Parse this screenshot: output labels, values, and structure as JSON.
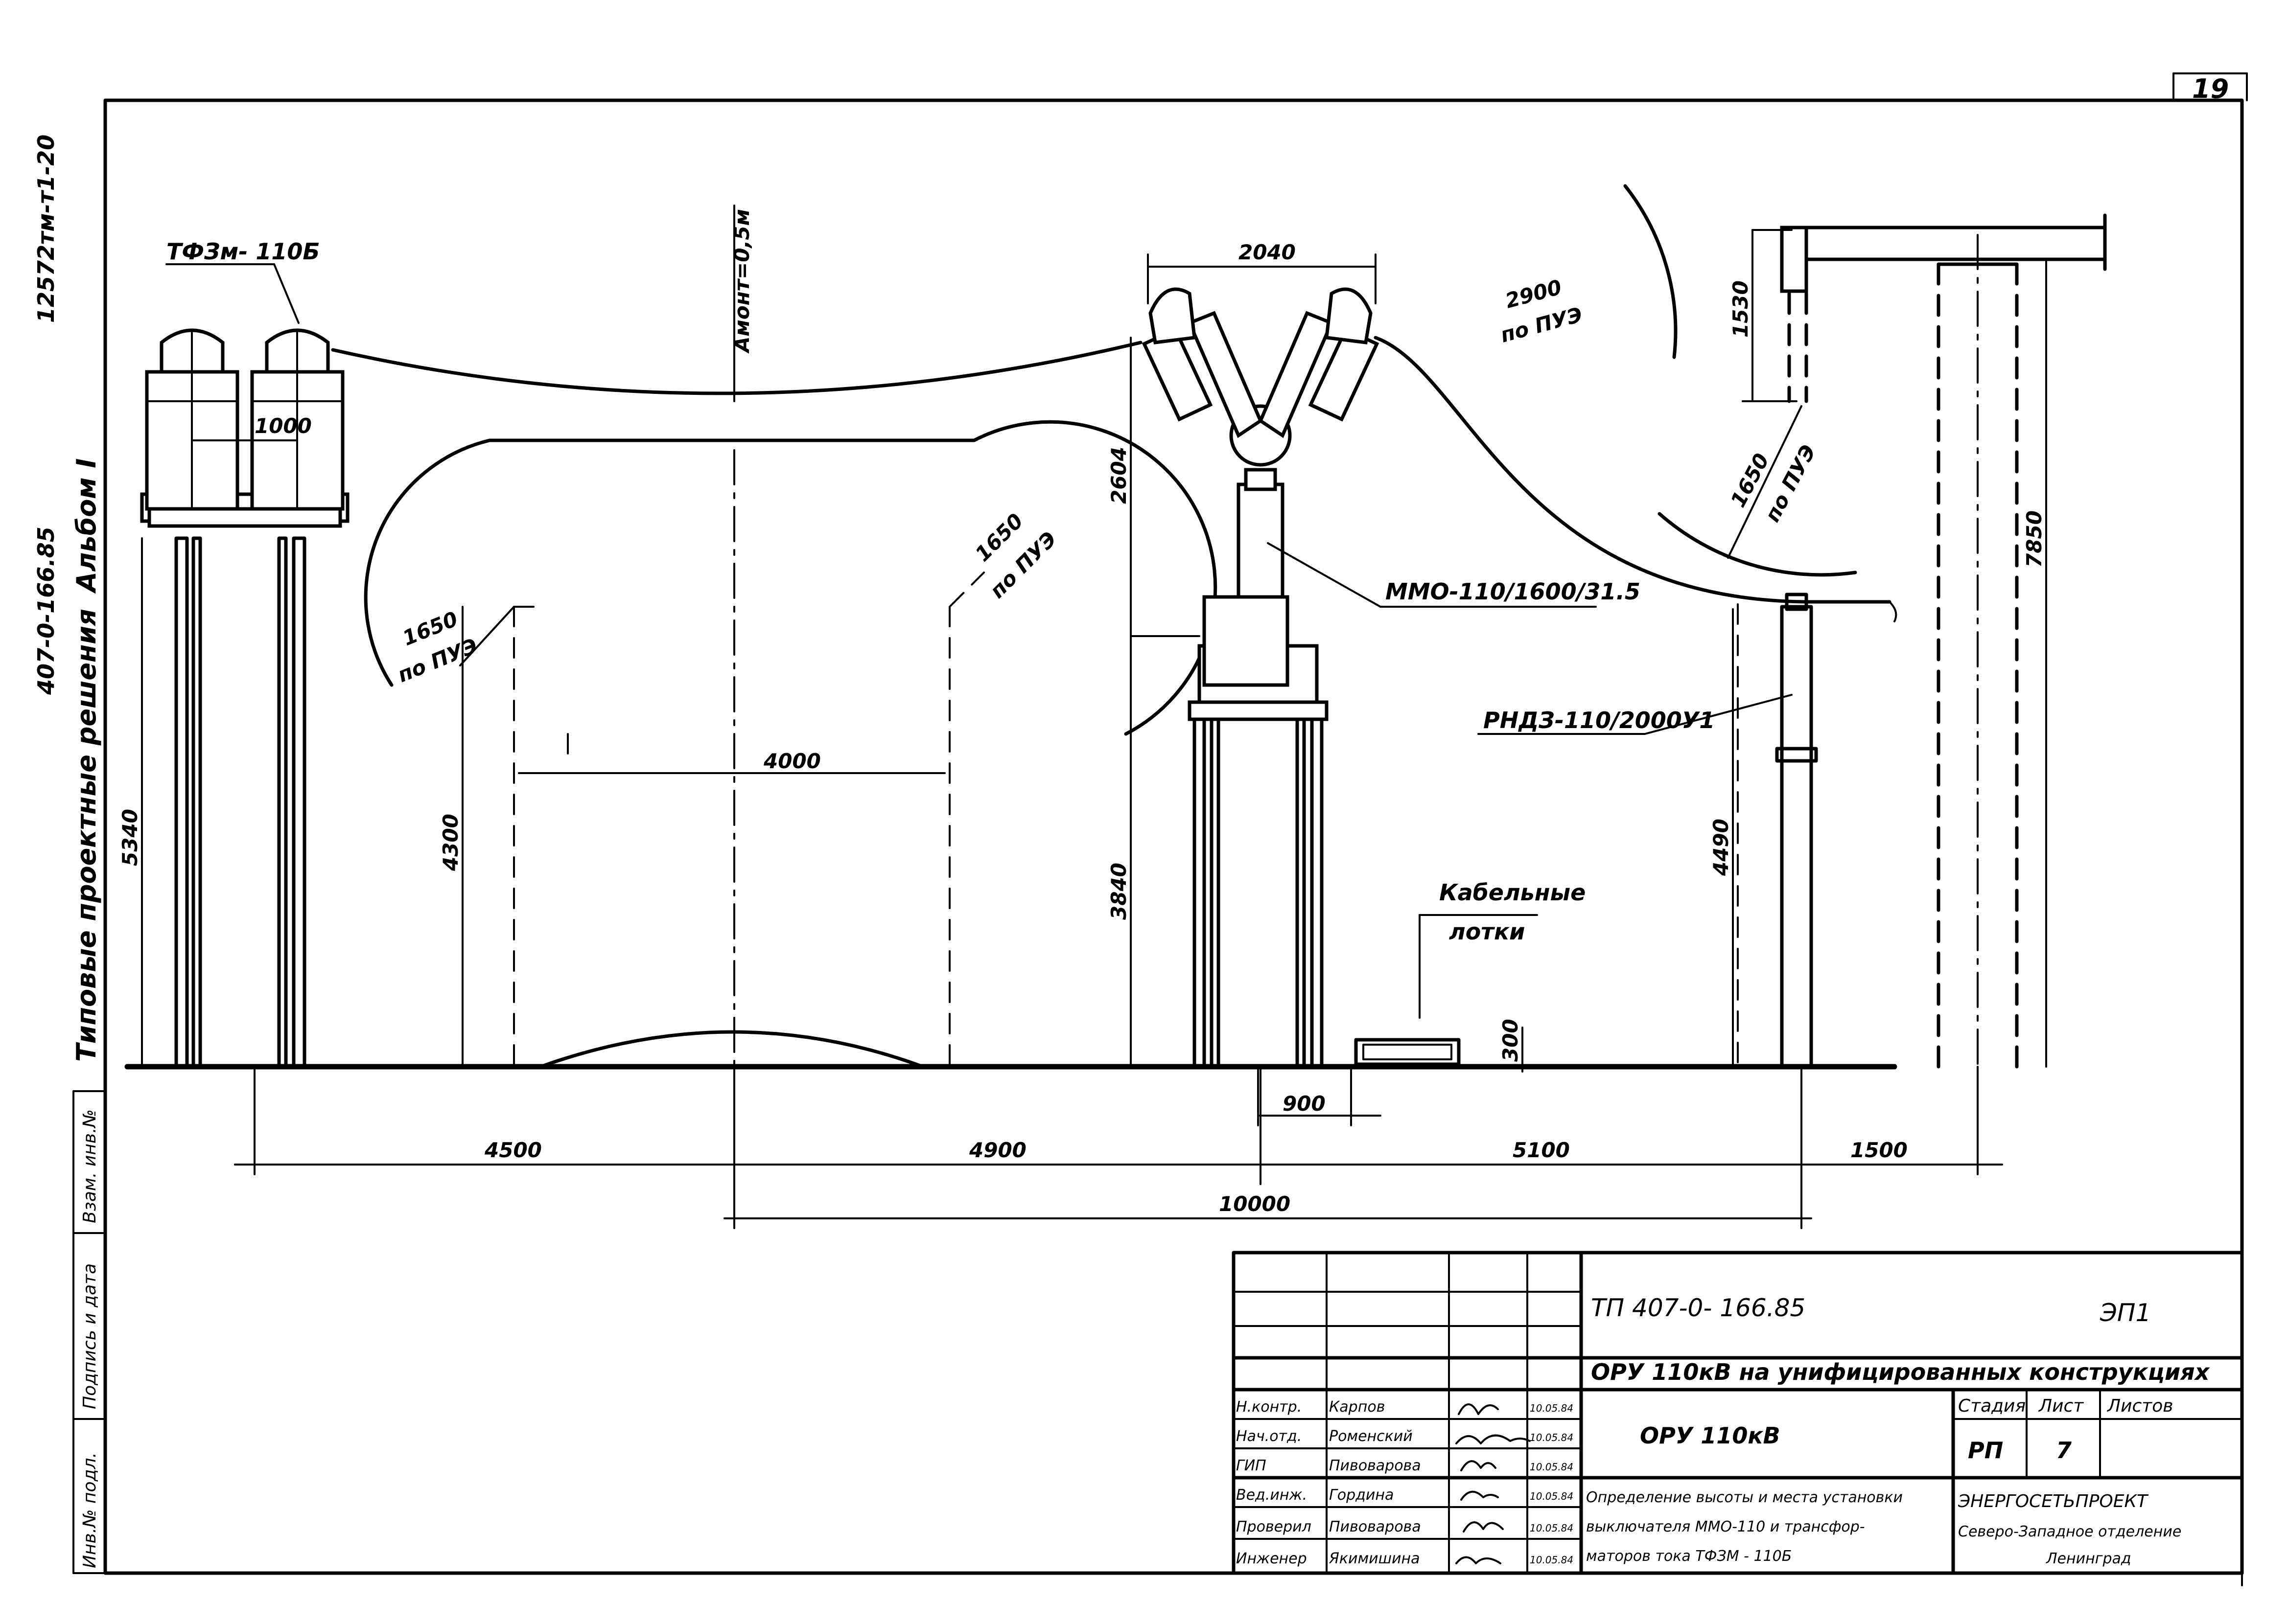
{
  "sheet": {
    "page_number": "19",
    "side_code": "12572тм-т1-20",
    "side_series": "407-0-166.85",
    "side_album": "Альбом I",
    "side_title": "Типовые проектные решения"
  },
  "side_stamp": {
    "col1": "Инв.№ подл.",
    "col2": "Подпись и дата",
    "col3": "Взам. инв.№"
  },
  "labels": {
    "ct": "ТФЗм- 110Б",
    "breaker": "ММО-110/1600/31.5",
    "disconnector": "РНДЗ-110/2000У1",
    "cable_trays_1": "Кабельные",
    "cable_trays_2": "лотки",
    "sag": "Амонт=0,5м"
  },
  "dimensions": {
    "d1000": "1000",
    "d5340": "5340",
    "d4300": "4300",
    "d4000": "4000",
    "d1650a": "1650",
    "pue_a": "по ПУЭ",
    "d1650b": "1650",
    "pue_b": "по ПУЭ",
    "d2040": "2040",
    "d2604": "2604",
    "d3840": "3840",
    "d2900": "2900",
    "pue_c": "по ПУЭ",
    "d1530": "1530",
    "d1650c": "1650",
    "pue_d": "по ПУЭ",
    "d7850": "7850",
    "d4490": "4490",
    "d300": "300",
    "d900": "900",
    "d4500": "4500",
    "d4900": "4900",
    "d5100": "5100",
    "d1500": "1500",
    "d10000": "10000"
  },
  "title_block": {
    "doc_code": "ТП 407-0- 166.85",
    "sheet_code": "ЭП1",
    "project_title": "ОРУ 110кВ на унифицированных конструкциях",
    "object": "ОРУ 110кВ",
    "stage_header": "Стадия",
    "sheet_header": "Лист",
    "sheets_header": "Листов",
    "stage": "РП",
    "sheet_no": "7",
    "description_1": "Определение высоты и места установки",
    "description_2": "выключателя ММО-110 и трансфор-",
    "description_3": "маторов тока ТФЗМ - 110Б",
    "org_1": "ЭНЕРГОСЕТЬПРОЕКТ",
    "org_2": "Северо-Западное отделение",
    "org_3": "Ленинград",
    "roles": [
      {
        "role": "Н.контр.",
        "name": "Карпов",
        "date": "10.05.84"
      },
      {
        "role": "Нач.отд.",
        "name": "Роменский",
        "date": "10.05.84"
      },
      {
        "role": "ГИП",
        "name": "Пивоварова",
        "date": "10.05.84"
      },
      {
        "role": "Вед.инж.",
        "name": "Гордина",
        "date": "10.05.84"
      },
      {
        "role": "Проверил",
        "name": "Пивоварова",
        "date": "10.05.84"
      },
      {
        "role": "Инженер",
        "name": "Якимишина",
        "date": "10.05.84"
      }
    ]
  }
}
